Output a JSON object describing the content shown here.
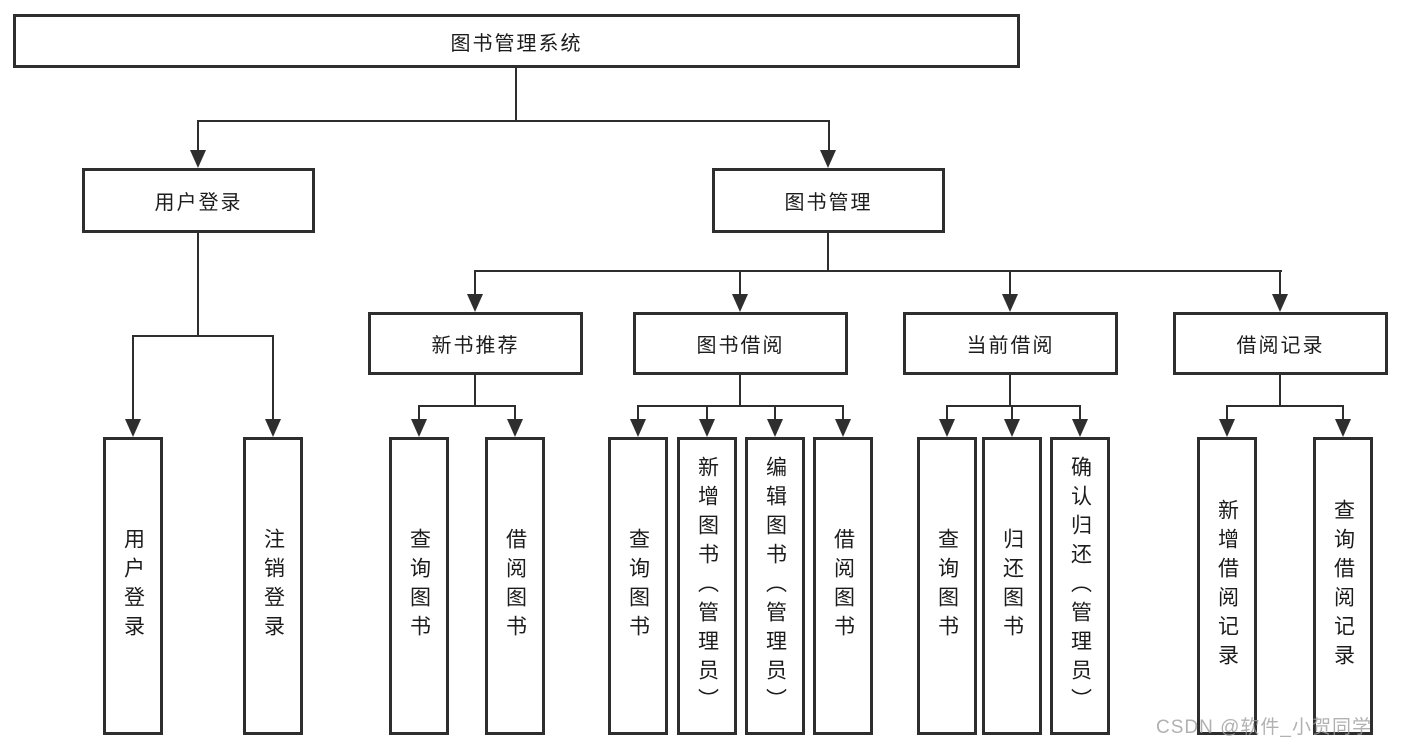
{
  "diagram": {
    "title_node": "图书管理系统",
    "root": "图书管理系统",
    "branches": [
      {
        "label": "用户登录",
        "children": [
          {
            "label": "用户登录"
          },
          {
            "label": "注销登录"
          }
        ]
      },
      {
        "label": "图书管理",
        "children": [
          {
            "label": "新书推荐",
            "children": [
              {
                "label": "查询图书"
              },
              {
                "label": "借阅图书"
              }
            ]
          },
          {
            "label": "图书借阅",
            "children": [
              {
                "label": "查询图书"
              },
              {
                "label": "新增图书（管理员）"
              },
              {
                "label": "编辑图书（管理员）"
              },
              {
                "label": "借阅图书"
              }
            ]
          },
          {
            "label": "当前借阅",
            "children": [
              {
                "label": "查询图书"
              },
              {
                "label": "归还图书"
              },
              {
                "label": "确认归还（管理员）"
              }
            ]
          },
          {
            "label": "借阅记录",
            "children": [
              {
                "label": "新增借阅记录"
              },
              {
                "label": "查询借阅记录"
              }
            ]
          }
        ]
      }
    ]
  },
  "watermark": {
    "text": "CSDN @软件_小贺同学"
  },
  "colors": {
    "line": "#2e2e2e",
    "text": "#1c1c1c",
    "background": "#ffffff",
    "watermark": "#9e9e9e"
  }
}
